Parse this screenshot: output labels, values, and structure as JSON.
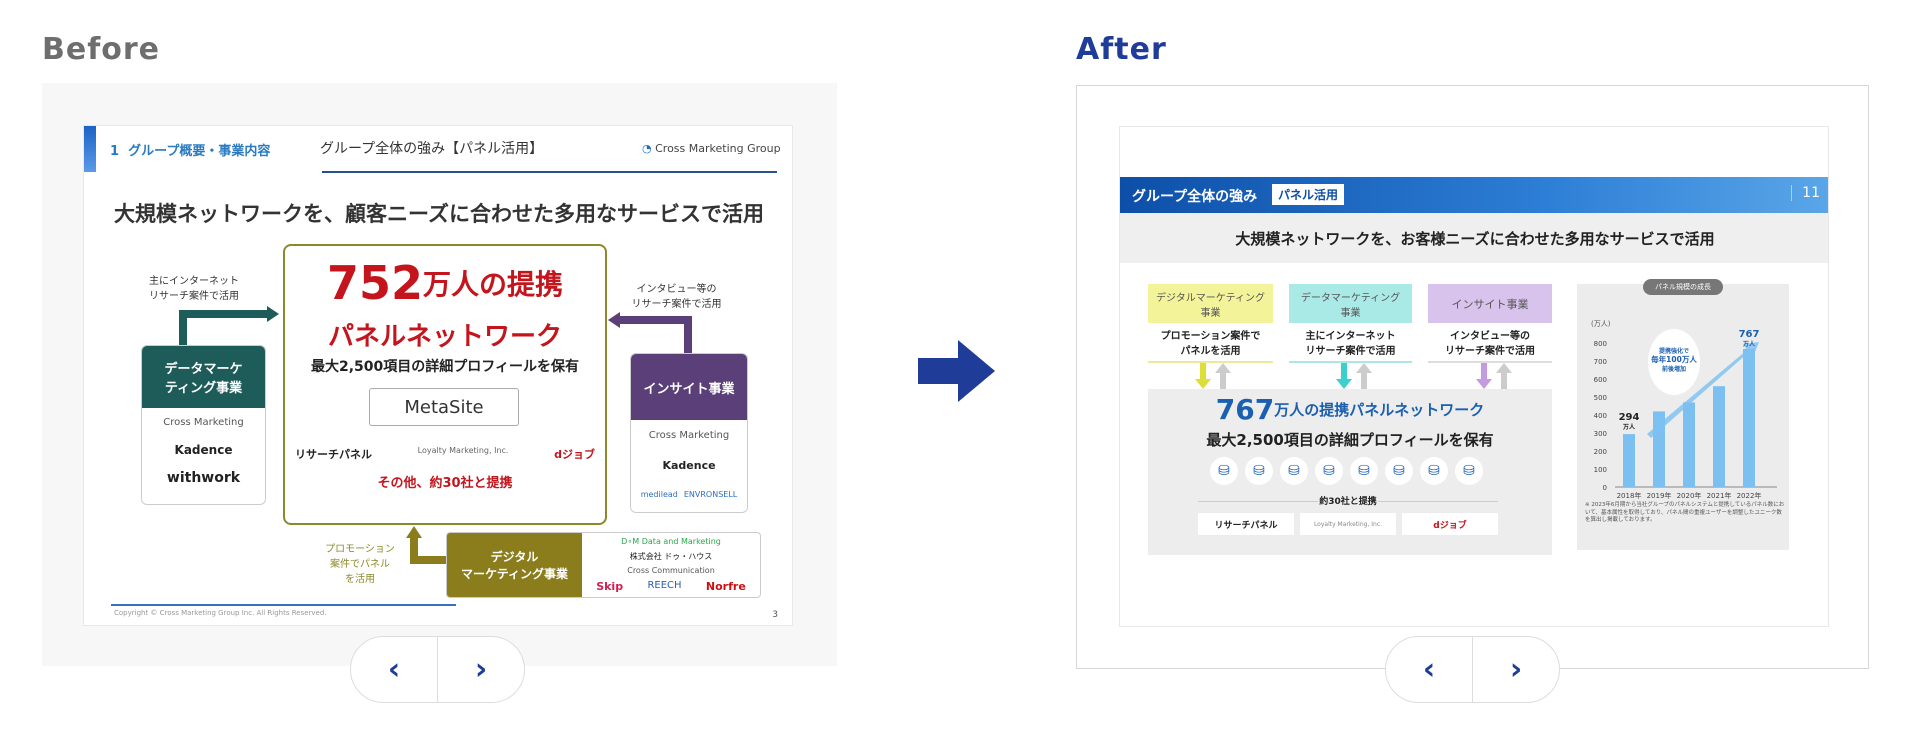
{
  "before": {
    "label": "Before",
    "slide": {
      "section_no": "1",
      "section": "グループ概要・事業内容",
      "title": "グループ全体の強み【パネル活用】",
      "brand": "Cross Marketing Group",
      "headline": "大規模ネットワークを、顧客ニーズに合わせた多用なサービスで活用",
      "center": {
        "number": "752",
        "unit": "万人の提携",
        "line2": "パネルネットワーク",
        "profile": "最大2,500項目の詳細プロフィールを保有",
        "platform": "MetaSite",
        "partners": [
          "リサーチパネル",
          "Loyalty Marketing, Inc.",
          "dジョブ"
        ],
        "others": "その他、約30社と提携"
      },
      "left": {
        "caption": "主にインターネット\nリサーチ案件で活用",
        "box": "データマーケ\nティング事業",
        "logos": [
          "Cross Marketing",
          "Kadence",
          "withwork"
        ]
      },
      "right": {
        "caption": "インタビュー等の\nリサーチ案件で活用",
        "box": "インサイト事業",
        "logos": [
          "Cross Marketing",
          "Kadence",
          "medilead",
          "ENVRONSELL"
        ]
      },
      "bottom": {
        "caption": "プロモーション\n案件でパネル\nを活用",
        "box": "デジタル\nマーケティング事業",
        "logos": [
          "D∘M Data and Marketing",
          "株式会社 ドゥ・ハウス",
          "Cross Communication",
          "Skip",
          "REECH",
          "Norfre"
        ]
      },
      "copyright": "Copyright © Cross Marketing Group Inc. All Rights Reserved.",
      "page": "3"
    }
  },
  "after": {
    "label": "After",
    "slide": {
      "title": "グループ全体の強み",
      "tag": "パネル活用",
      "page": "11",
      "headline": "大規模ネットワークを、お客様ニーズに合わせた多用なサービスで活用",
      "columns": [
        {
          "head": "デジタルマーケティング\n事業",
          "desc": "プロモーション案件で\nパネルを活用",
          "color": "#f3f39a",
          "arrow": "#dede3a"
        },
        {
          "head": "データマーケティング\n事業",
          "desc": "主にインターネット\nリサーチ案件で活用",
          "color": "#a9e9e6",
          "arrow": "#3ccfcf"
        },
        {
          "head": "インサイト事業",
          "desc": "インタビュー等の\nリサーチ案件で活用",
          "color": "#d8c3ec",
          "arrow": "#c29be0"
        }
      ],
      "network": {
        "number": "767",
        "unit": "万人の提携パネルネットワーク",
        "profile": "最大2,500項目の詳細プロフィールを保有",
        "partners_label": "約30社と提携",
        "partners": [
          "リサーチパネル",
          "Loyalty Marketing, Inc.",
          "dジョブ"
        ]
      },
      "chart_title": "パネル規模の成長",
      "bubble": "提携強化で\n毎年100万人\n前後増加",
      "first_label": "294",
      "first_unit": "万人",
      "last_label": "767",
      "last_unit": "万人",
      "note": "※ 2023年6月期から当社グループのパネルシステムと提携しているパネル数において、基本属性を取得しており、パネル間の重複ユーザーを調整したユニーク数を算出し掲載しております。"
    }
  },
  "nav": {
    "prev": "‹",
    "next": "›"
  },
  "chart_data": {
    "type": "bar",
    "categories": [
      "2018年",
      "2019年",
      "2020年",
      "2021年",
      "2022年"
    ],
    "values": [
      294,
      420,
      470,
      560,
      767
    ],
    "ylabel": "(万人)",
    "ylim": [
      0,
      800
    ],
    "yticks": [
      0,
      100,
      200,
      300,
      400,
      500,
      600,
      700,
      800
    ],
    "color": "#7cc0f2",
    "grid": false
  }
}
